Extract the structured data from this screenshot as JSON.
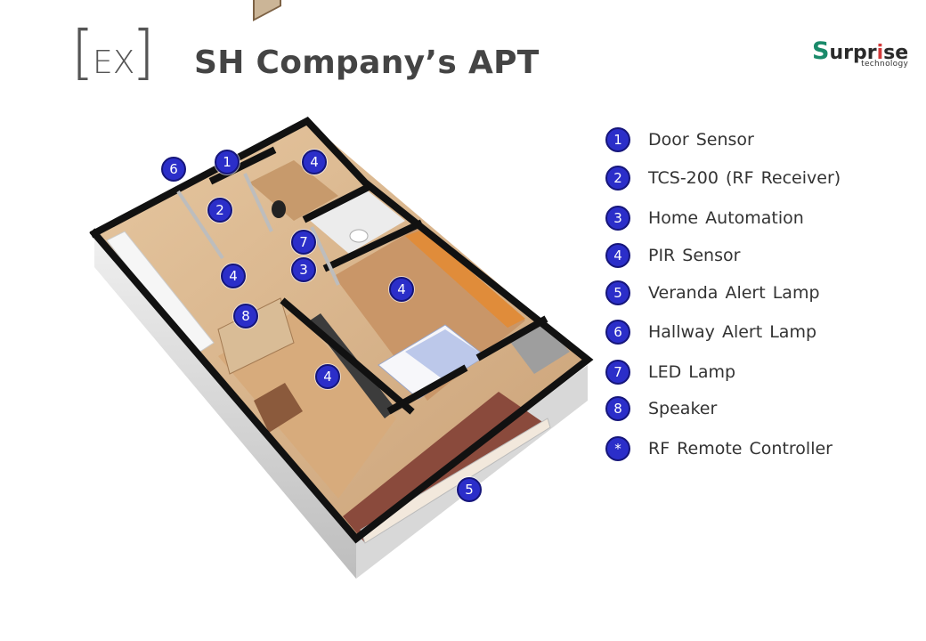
{
  "header": {
    "tag_open": "[",
    "tag_text": "EX",
    "tag_close": "]",
    "title": "SH Company’s APT"
  },
  "logo": {
    "first_letter": "S",
    "rest_before_i": "urpr",
    "i_letter": "i",
    "rest_after_i": "se",
    "subtitle": "technology"
  },
  "legend": [
    {
      "marker": "1",
      "label": "Door Sensor"
    },
    {
      "marker": "2",
      "label": "TCS-200 (RF Receiver)"
    },
    {
      "marker": "3",
      "label": "Home Automation"
    },
    {
      "marker": "4",
      "label": "PIR Sensor"
    },
    {
      "marker": "5",
      "label": "Veranda Alert Lamp"
    },
    {
      "marker": "6",
      "label": "Hallway Alert Lamp"
    },
    {
      "marker": "7",
      "label": "LED Lamp"
    },
    {
      "marker": "8",
      "label": "Speaker"
    },
    {
      "marker": "*",
      "label": "RF Remote Controller"
    }
  ],
  "markers": [
    "6",
    "1",
    "4",
    "2",
    "7",
    "3",
    "4",
    "4",
    "8",
    "4",
    "5"
  ],
  "colors": {
    "badge_fill": "#2b2ec9",
    "floor_wood": "#d9b48a",
    "wall_black": "#111111",
    "veranda": "#8a4a3c"
  }
}
